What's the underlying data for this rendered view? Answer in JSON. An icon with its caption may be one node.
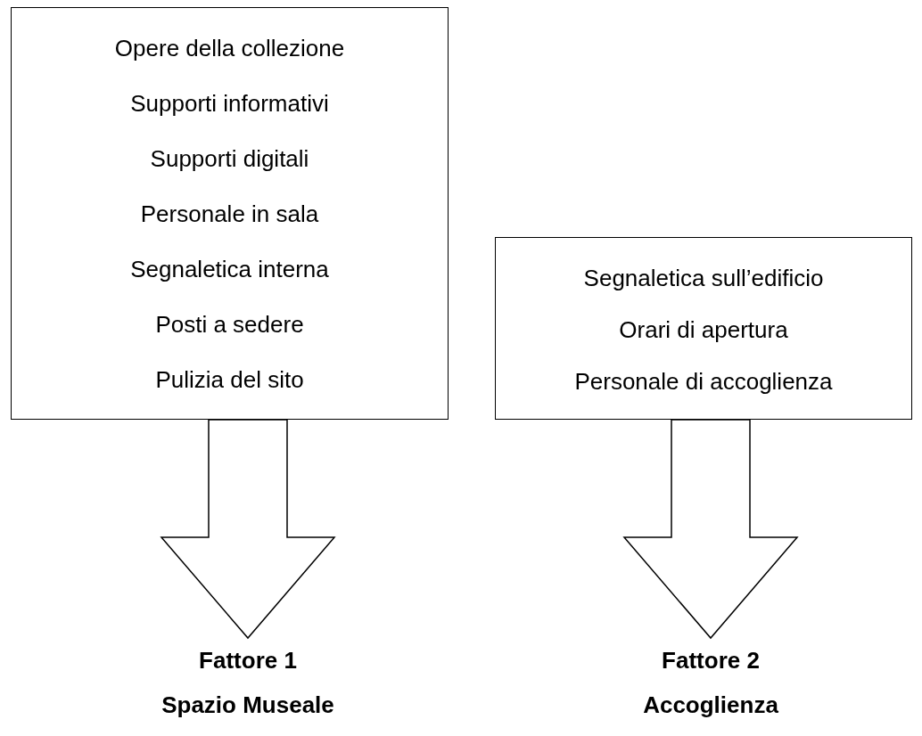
{
  "diagram": {
    "nodes": [
      {
        "text": [
          "Opere della collezione",
          "Supporti informativi",
          "Supporti digitali",
          "Personale in sala",
          "Segnaletica interna",
          "Posti a sedere",
          "Pulizia del sito"
        ]
      },
      {
        "text": [
          "Segnaletica sull’edificio",
          "Orari di apertura",
          "Personale di accoglienza"
        ]
      },
      {
        "text": [
          "Fattore 1",
          "Spazio Museale"
        ]
      },
      {
        "text": [
          "Fattore 2",
          "Accoglienza"
        ]
      }
    ],
    "edges": [
      {
        "from": 0,
        "to": 2,
        "arrow": "to"
      },
      {
        "from": 1,
        "to": 3,
        "arrow": "to"
      }
    ]
  }
}
